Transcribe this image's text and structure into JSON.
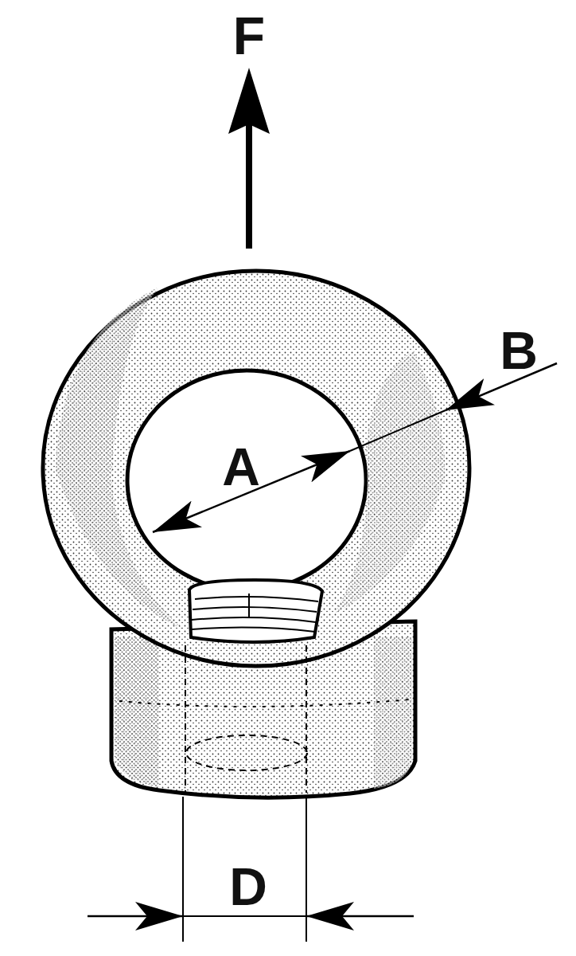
{
  "diagram": {
    "labels": [
      "F",
      "A",
      "B",
      "D"
    ]
  }
}
